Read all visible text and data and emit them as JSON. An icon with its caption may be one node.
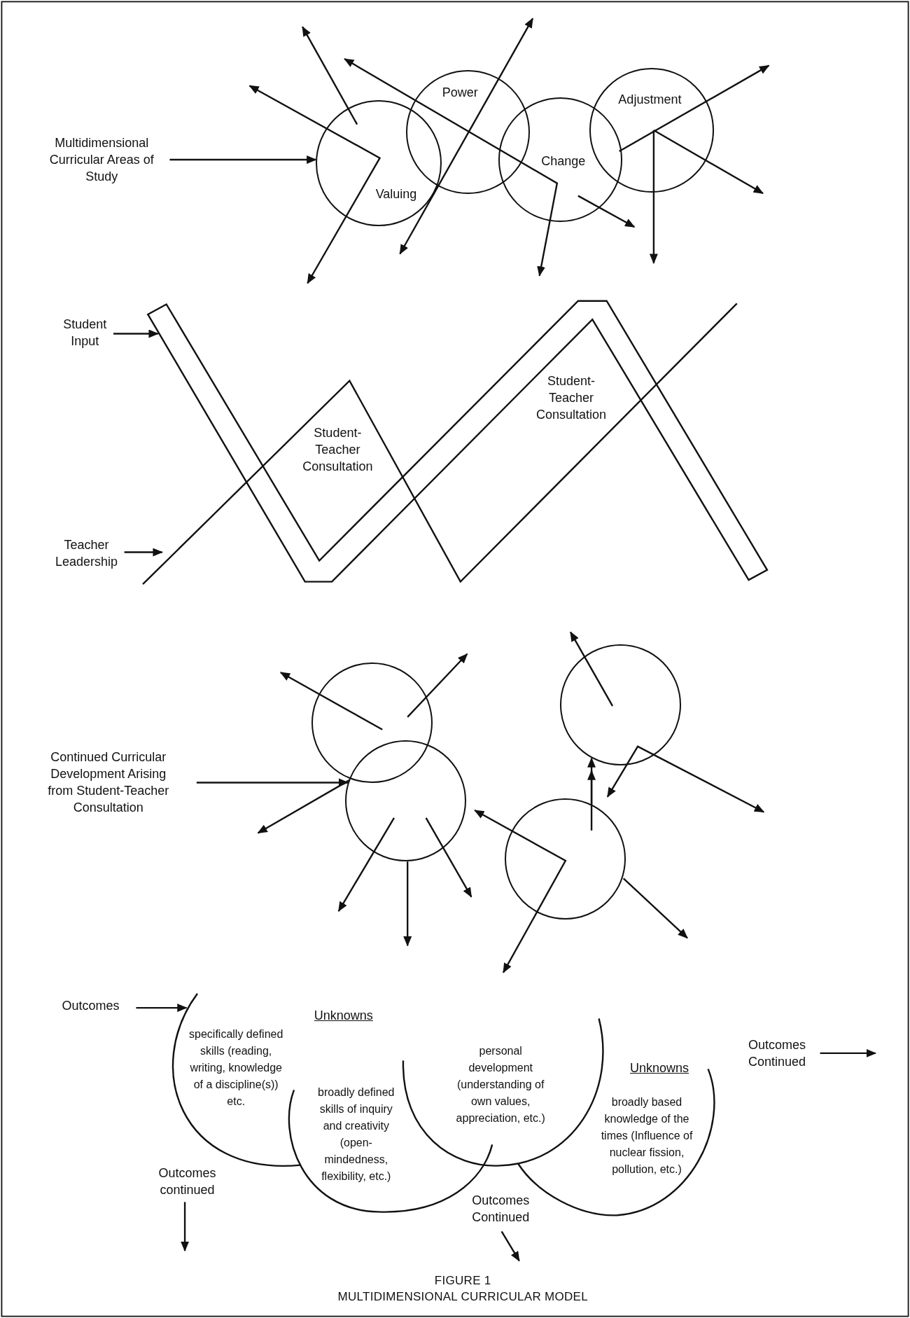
{
  "diagram": {
    "title": "FIGURE 1",
    "caption": "MULTIDIMENSIONAL CURRICULAR MODEL",
    "nodes": [
      {
        "text": [
          "Multidimensional Curricular Areas of Study"
        ]
      },
      {
        "text": [
          "Valuing"
        ]
      },
      {
        "text": [
          "Power"
        ]
      },
      {
        "text": [
          "Change"
        ]
      },
      {
        "text": [
          "Adjustment"
        ]
      },
      {
        "text": [
          "Student Input"
        ]
      },
      {
        "text": [],
        "shape": "band"
      },
      {
        "text": [
          "Teacher Leadership"
        ]
      },
      {
        "text": [
          "Continued Curricular Development Arising from Student-Teacher Consultation"
        ]
      },
      {
        "text": [],
        "shape": "circle"
      },
      {
        "text": [],
        "shape": "circle"
      },
      {
        "text": [],
        "shape": "circle"
      },
      {
        "text": [],
        "shape": "circle"
      },
      {
        "text": [
          "Outcomes"
        ]
      },
      {
        "text": [
          "specifically defined skills (reading, writing, knowledge of a discipline(s)) etc."
        ]
      },
      {
        "text": [
          "broadly defined skills of inquiry and creativity (open-mindedness, flexibility, etc.)"
        ]
      },
      {
        "text": [
          "personal development (understanding of own values, appreciation, etc.)"
        ]
      },
      {
        "text": [
          "broadly based knowledge of the times (Influence of nuclear fission, pollution, etc.)"
        ]
      },
      {
        "text": [
          "Outcomes Continued"
        ]
      },
      {
        "text": [
          "Outcomes continued"
        ]
      },
      {
        "text": [
          "Outcomes Continued"
        ]
      }
    ],
    "edges": [
      {
        "from": 0,
        "to": 1,
        "arrow": "to"
      },
      {
        "from": 5,
        "to": 6,
        "arrow": "to"
      },
      {
        "from": 7,
        "to": null,
        "arrow": "to"
      },
      {
        "from": 8,
        "to": 10,
        "arrow": "to"
      },
      {
        "from": 13,
        "to": 14,
        "arrow": "to"
      },
      {
        "from": 18,
        "to": null,
        "arrow": "to"
      },
      {
        "from": 19,
        "to": null,
        "arrow": "to"
      },
      {
        "from": 20,
        "to": null,
        "arrow": "to"
      },
      {
        "from": 11,
        "to": 12,
        "arrow": "to"
      }
    ],
    "labels": [
      "Student-Teacher Consultation",
      "Student-Teacher Consultation",
      "Unknowns",
      "Unknowns"
    ]
  }
}
